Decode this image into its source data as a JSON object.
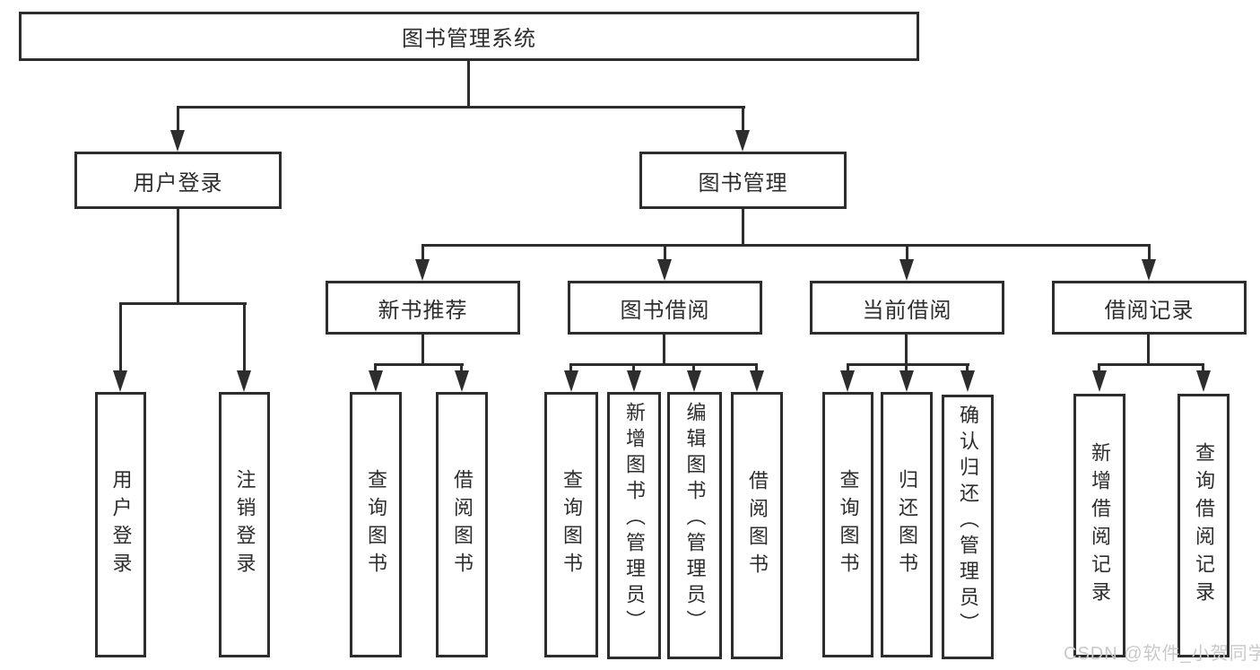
{
  "title": "图书管理系统",
  "colors": {
    "line": "#2d2d2d",
    "box_border": "#2d2d2d",
    "text": "#2d2d2d",
    "watermark": "#c9c9c9",
    "background": "#ffffff"
  },
  "tree": {
    "root": {
      "label": "图书管理系统"
    },
    "children": [
      {
        "label": "用户登录",
        "children": [
          {
            "label": "用户登录"
          },
          {
            "label": "注销登录"
          }
        ]
      },
      {
        "label": "图书管理",
        "children": [
          {
            "label": "新书推荐",
            "children": [
              {
                "label": "查询图书"
              },
              {
                "label": "借阅图书"
              }
            ]
          },
          {
            "label": "图书借阅",
            "children": [
              {
                "label": "查询图书"
              },
              {
                "label": "新增图书（管理员）"
              },
              {
                "label": "编辑图书（管理员）"
              },
              {
                "label": "借阅图书"
              }
            ]
          },
          {
            "label": "当前借阅",
            "children": [
              {
                "label": "查询图书"
              },
              {
                "label": "归还图书"
              },
              {
                "label": "确认归还（管理员）"
              }
            ]
          },
          {
            "label": "借阅记录",
            "children": [
              {
                "label": "新增借阅记录"
              },
              {
                "label": "查询借阅记录"
              }
            ]
          }
        ]
      }
    ]
  },
  "watermark": {
    "text": "CSDN @软件_小贺同学"
  }
}
